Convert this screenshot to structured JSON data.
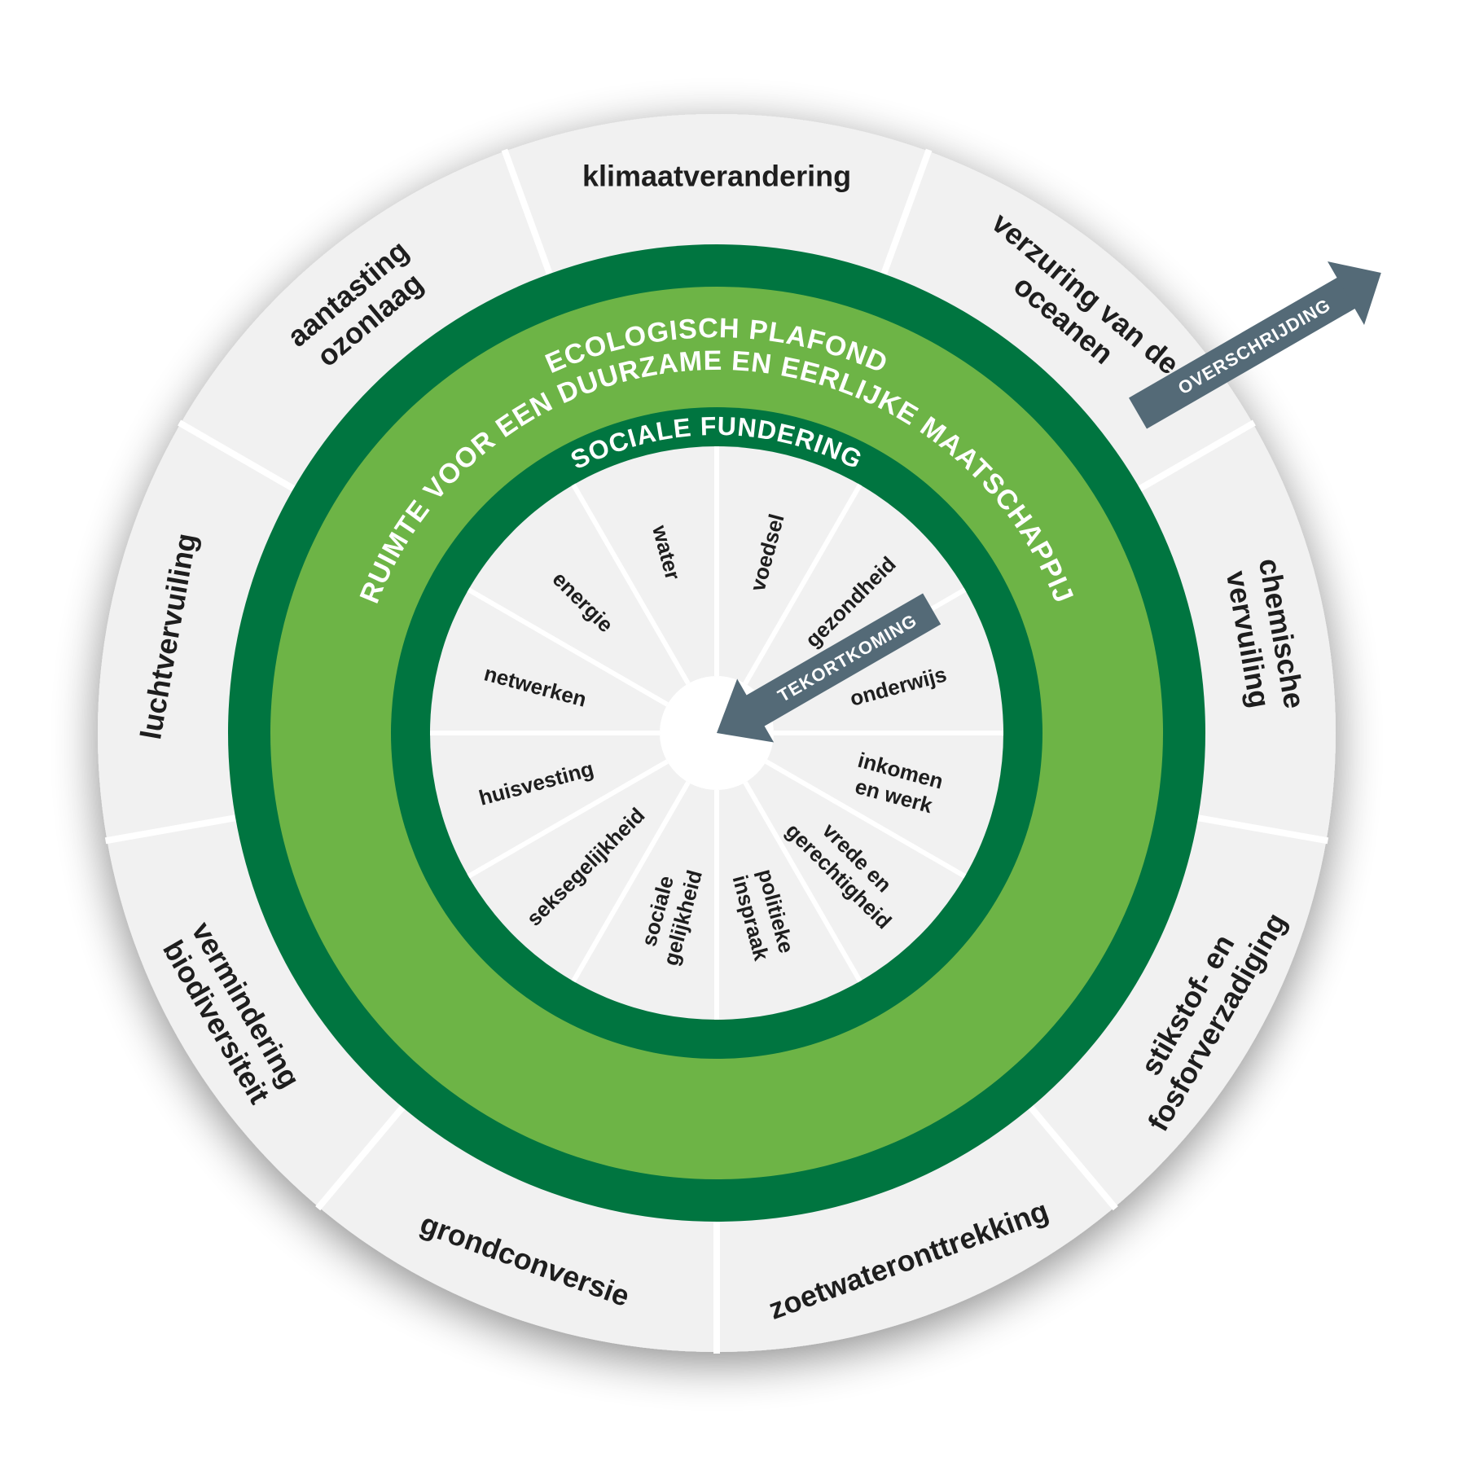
{
  "colors": {
    "dark_green": "#007540",
    "light_green": "#6db446",
    "sector_gray": "#f1f1f1",
    "divider": "#ffffff",
    "arrow": "#546a77",
    "label": "#1e1e1e"
  },
  "rings": {
    "ecological_ceiling": "ECOLOGISCH PLAFOND",
    "safe_space": "RUIMTE VOOR EEN DUURZAME EN EERLIJKE MAATSCHAPPIJ",
    "social_foundation": "SOCIALE FUNDERING"
  },
  "arrows": {
    "overshoot": "OVERSCHRIJDING",
    "shortfall": "TEKORTKOMING"
  },
  "ecological_dimensions": [
    {
      "id": "klimaat",
      "lines": [
        "klimaatverandering"
      ]
    },
    {
      "id": "verzuring",
      "lines": [
        "verzuring van de",
        "oceanen"
      ]
    },
    {
      "id": "chemisch",
      "lines": [
        "chemische",
        "vervuiling"
      ]
    },
    {
      "id": "stikstof",
      "lines": [
        "stikstof- en",
        "fosforverzadiging"
      ]
    },
    {
      "id": "zoetwater",
      "lines": [
        "zoetwateronttrekking"
      ]
    },
    {
      "id": "grond",
      "lines": [
        "grondconversie"
      ]
    },
    {
      "id": "biodiversiteit",
      "lines": [
        "vermindering",
        "biodiversiteit"
      ]
    },
    {
      "id": "lucht",
      "lines": [
        "luchtvervuiling"
      ]
    },
    {
      "id": "ozon",
      "lines": [
        "aantasting",
        "ozonlaag"
      ]
    }
  ],
  "social_dimensions": [
    {
      "id": "voedsel",
      "lines": [
        "voedsel"
      ]
    },
    {
      "id": "gezondheid",
      "lines": [
        "gezondheid"
      ]
    },
    {
      "id": "onderwijs",
      "lines": [
        "onderwijs"
      ]
    },
    {
      "id": "inkomen",
      "lines": [
        "inkomen",
        "en werk"
      ]
    },
    {
      "id": "vrede",
      "lines": [
        "vrede en",
        "gerechtigheid"
      ]
    },
    {
      "id": "politiek",
      "lines": [
        "politieke",
        "inspraak"
      ]
    },
    {
      "id": "sociale-gelijkheid",
      "lines": [
        "sociale",
        "gelijkheid"
      ]
    },
    {
      "id": "seksegelijkheid",
      "lines": [
        "seksegelijkheid"
      ]
    },
    {
      "id": "huisvesting",
      "lines": [
        "huisvesting"
      ]
    },
    {
      "id": "netwerken",
      "lines": [
        "netwerken"
      ]
    },
    {
      "id": "energie",
      "lines": [
        "energie"
      ]
    },
    {
      "id": "water",
      "lines": [
        "water"
      ]
    }
  ]
}
